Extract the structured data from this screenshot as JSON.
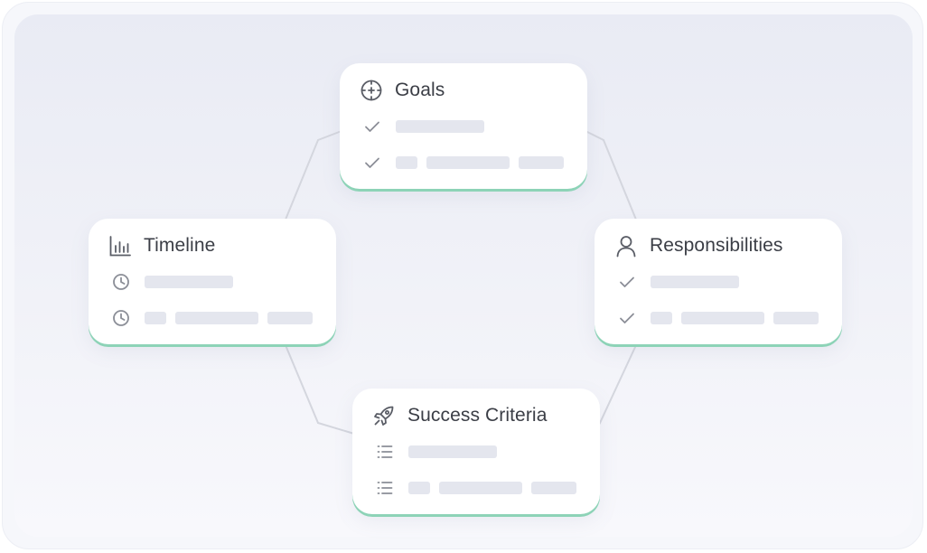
{
  "cards": {
    "goals": {
      "title": "Goals",
      "icon": "crosshair-icon",
      "row_icon": "check-icon"
    },
    "timeline": {
      "title": "Timeline",
      "icon": "bar-chart-icon",
      "row_icon": "clock-icon"
    },
    "responsibilities": {
      "title": "Responsibilities",
      "icon": "user-icon",
      "row_icon": "check-icon"
    },
    "success": {
      "title": "Success Criteria",
      "icon": "rocket-icon",
      "row_icon": "list-icon"
    }
  },
  "colors": {
    "accent": "#8dd3b7",
    "placeholder": "#e4e6ee",
    "connector": "#d4d6de",
    "title_text": "#3b3e46",
    "icon": "#8b8e97"
  }
}
